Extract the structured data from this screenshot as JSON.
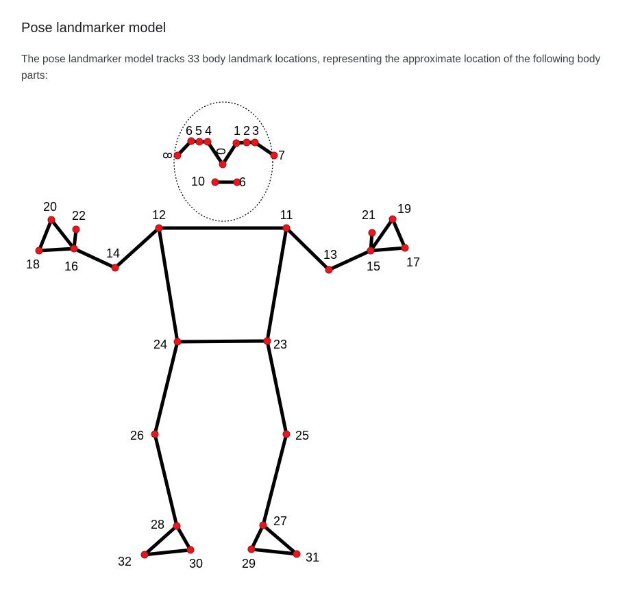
{
  "page": {
    "title": "Pose landmarker model",
    "description": "The pose landmarker model tracks 33 body landmark locations, representing the approximate location of the following body parts:"
  },
  "diagram": {
    "landmark_color": "#e8171b",
    "bone_color": "#000000",
    "landmark_labels": [
      "0",
      "1",
      "2",
      "3",
      "4",
      "5",
      "6",
      "7",
      "8",
      "9",
      "10",
      "11",
      "12",
      "13",
      "14",
      "15",
      "16",
      "17",
      "18",
      "19",
      "20",
      "21",
      "22",
      "23",
      "24",
      "25",
      "26",
      "27",
      "28",
      "29",
      "30",
      "31",
      "32"
    ],
    "connections": [
      [
        11,
        12
      ],
      [
        11,
        23
      ],
      [
        12,
        24
      ],
      [
        23,
        24
      ],
      [
        11,
        13
      ],
      [
        13,
        15
      ],
      [
        12,
        14
      ],
      [
        14,
        16
      ],
      [
        15,
        17
      ],
      [
        15,
        19
      ],
      [
        17,
        19
      ],
      [
        15,
        21
      ],
      [
        16,
        18
      ],
      [
        16,
        20
      ],
      [
        18,
        20
      ],
      [
        16,
        22
      ],
      [
        23,
        25
      ],
      [
        25,
        27
      ],
      [
        27,
        29
      ],
      [
        27,
        31
      ],
      [
        29,
        31
      ],
      [
        24,
        26
      ],
      [
        26,
        28
      ],
      [
        28,
        30
      ],
      [
        28,
        32
      ],
      [
        30,
        32
      ],
      [
        9,
        10
      ],
      [
        0,
        1
      ],
      [
        1,
        2
      ],
      [
        2,
        3
      ],
      [
        3,
        7
      ],
      [
        0,
        4
      ],
      [
        4,
        5
      ],
      [
        5,
        6
      ],
      [
        6,
        8
      ]
    ]
  }
}
